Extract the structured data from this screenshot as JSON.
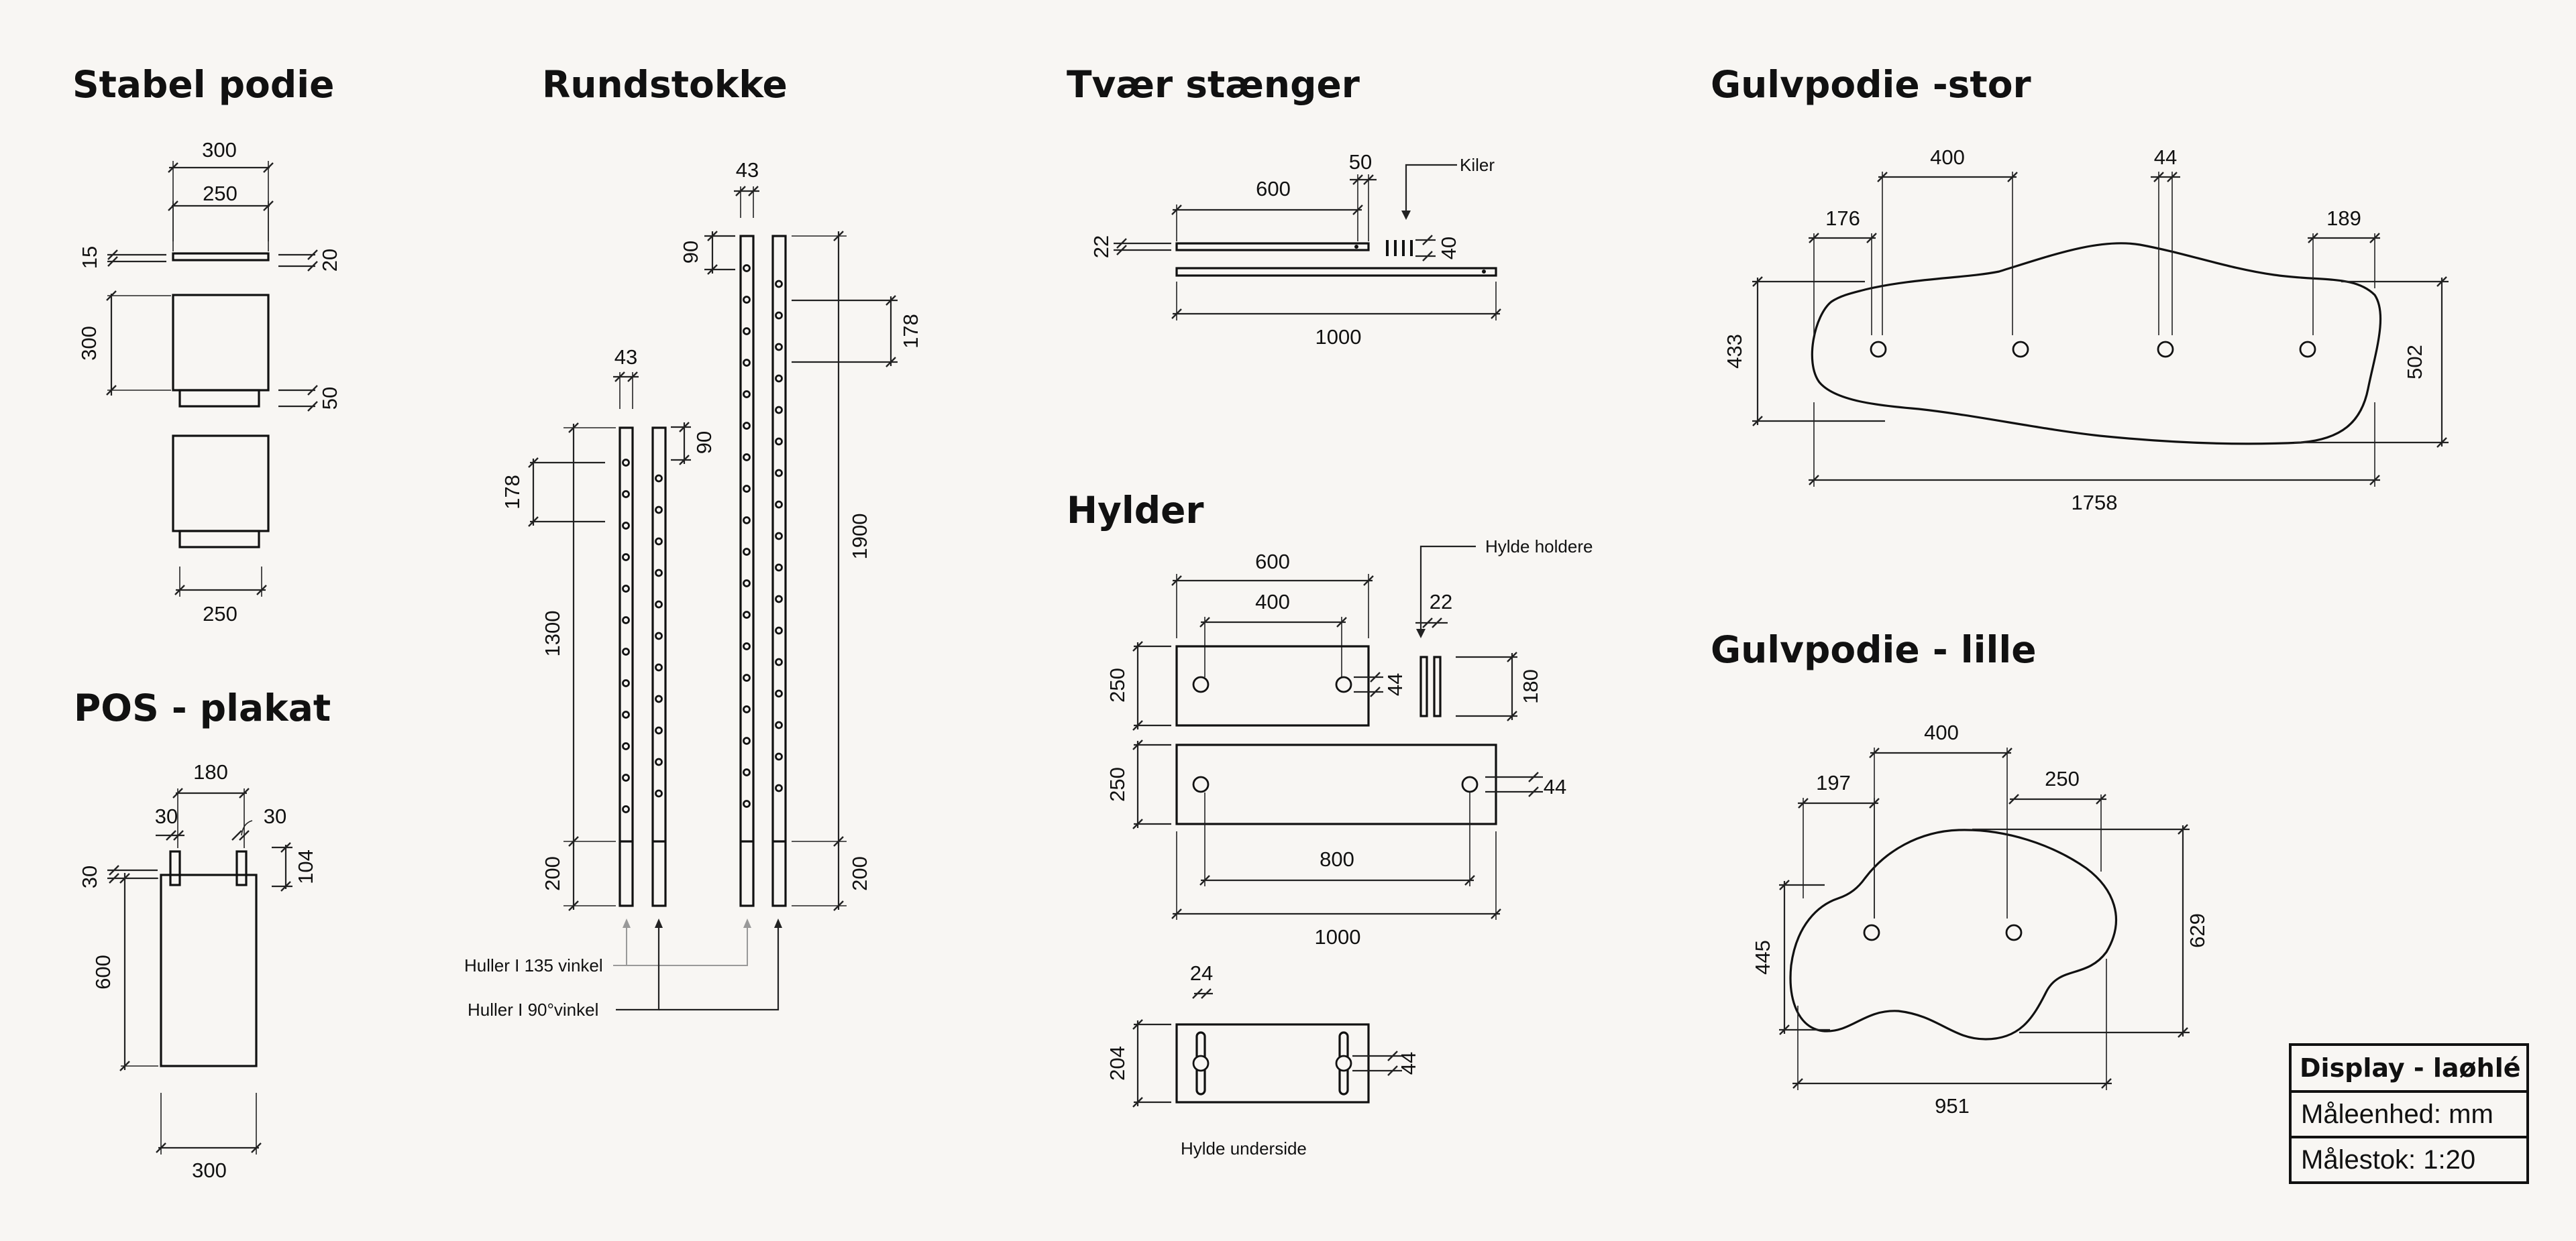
{
  "sections": {
    "stabel_podie": {
      "title": "Stabel podie",
      "dims": [
        "300",
        "250",
        "15",
        "20",
        "300",
        "50",
        "250"
      ]
    },
    "pos_plakat": {
      "title": "POS - plakat",
      "dims": [
        "180",
        "30",
        "30",
        "30",
        "104",
        "600",
        "300"
      ]
    },
    "rundstokke": {
      "title": "Rundstokke",
      "dims": [
        "43",
        "90",
        "178",
        "1300",
        "200",
        "43",
        "90",
        "178",
        "1900",
        "200"
      ],
      "notes": [
        "Huller I 135 vinkel",
        "Huller I 90°vinkel"
      ]
    },
    "tvaer_staenger": {
      "title": "Tvær stænger",
      "dims": [
        "600",
        "50",
        "22",
        "40",
        "1000"
      ],
      "notes": [
        "Kiler"
      ]
    },
    "hylder": {
      "title": "Hylder",
      "dims": [
        "600",
        "400",
        "250",
        "44",
        "22",
        "180",
        "250",
        "44",
        "800",
        "1000",
        "24",
        "204",
        "44"
      ],
      "notes": [
        "Hylde holdere",
        "Hylde underside"
      ]
    },
    "gulvpodie_stor": {
      "title": "Gulvpodie -stor",
      "dims": [
        "400",
        "44",
        "176",
        "189",
        "433",
        "502",
        "1758"
      ]
    },
    "gulvpodie_lille": {
      "title": "Gulvpodie - lille",
      "dims": [
        "400",
        "197",
        "250",
        "445",
        "629",
        "951"
      ]
    }
  },
  "title_block": {
    "title": "Display - laøhlé",
    "unit_line": "Måleenhed: mm",
    "scale_line": "Målestok: 1:20"
  }
}
